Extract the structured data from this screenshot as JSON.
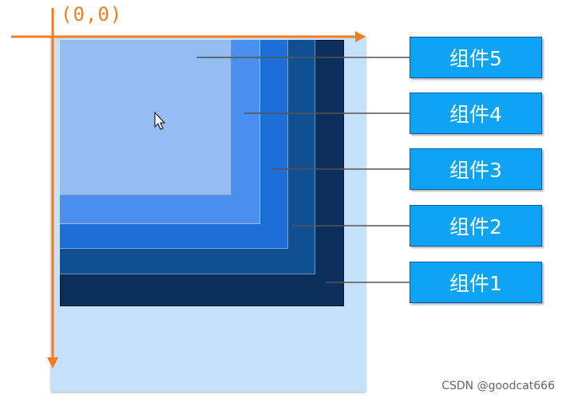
{
  "origin_label": "(0,0)",
  "components": [
    {
      "label": "组件5"
    },
    {
      "label": "组件4"
    },
    {
      "label": "组件3"
    },
    {
      "label": "组件2"
    },
    {
      "label": "组件1"
    }
  ],
  "watermark": "CSDN @goodcat666",
  "colors": {
    "axis": "#f47b1e",
    "canvas": "#c6e1fc",
    "component1": "#0c2e5a",
    "component2": "#104f91",
    "component3": "#1f6ed7",
    "component4": "#4a8ef0",
    "component5": "#93bdf3",
    "label_box": "#0da4f6"
  }
}
